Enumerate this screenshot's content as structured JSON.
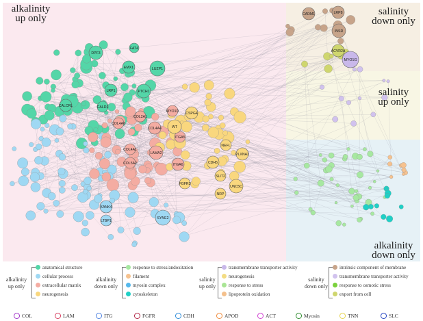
{
  "regions": {
    "alk_up": {
      "title": "alkalinity\nup only",
      "color": "#fbe9ef"
    },
    "sal_down": {
      "title": "salinity\ndown only",
      "color": "#f6efe3"
    },
    "sal_up": {
      "title": "salinity\nup only",
      "color": "#f8f6e4"
    },
    "alk_down": {
      "title": "alkalinity\ndown only",
      "color": "#e6f1f6"
    }
  },
  "legend": {
    "groups": [
      {
        "title": "alkalinity\nup only",
        "items": [
          {
            "label": "anatomical structure",
            "color": "#54d6a8"
          },
          {
            "label": "cellular process",
            "color": "#9fd8f3"
          },
          {
            "label": "extracellular matrix",
            "color": "#f4aca2"
          },
          {
            "label": "neurogenesis",
            "color": "#f9d77e"
          }
        ]
      },
      {
        "title": "alkalinity\ndown only",
        "items": [
          {
            "label": "response to stress/andoxitation",
            "color": "#a7e8a1"
          },
          {
            "label": "filament",
            "color": "#f6c28f"
          },
          {
            "label": "myosin complex",
            "color": "#55b8ec"
          },
          {
            "label": "cytoskeleton",
            "color": "#1fd0c6"
          }
        ]
      },
      {
        "title": "salinity\nup only",
        "items": [
          {
            "label": "transmembrane transporter activity",
            "color": "#c9b8ea"
          },
          {
            "label": "neurogenesis",
            "color": "#f3dc83"
          },
          {
            "label": "response to stress",
            "color": "#a9e595"
          },
          {
            "label": "lipoprotein oxidation",
            "color": "#f4c08c"
          }
        ]
      },
      {
        "title": "salinity\ndown only",
        "items": [
          {
            "label": "intrinsic component of membrane",
            "color": "#c7a48a"
          },
          {
            "label": "transmembrane transporter activity",
            "color": "#d1c2ee"
          },
          {
            "label": "response to osmotic stress",
            "color": "#7ad13c"
          },
          {
            "label": "export from cell",
            "color": "#cfd66e"
          }
        ]
      }
    ],
    "rings": [
      {
        "label": "COL",
        "color": "#a030c8"
      },
      {
        "label": "LAM",
        "color": "#d63a5c"
      },
      {
        "label": "ITG",
        "color": "#4a7fe0"
      },
      {
        "label": "FGFR",
        "color": "#b02040"
      },
      {
        "label": "CDH",
        "color": "#2a8ad8"
      },
      {
        "label": "APOD",
        "color": "#f08a3a"
      },
      {
        "label": "ACT",
        "color": "#d040d0"
      },
      {
        "label": "Myosin",
        "color": "#2a8a2a"
      },
      {
        "label": "TNN",
        "color": "#e6d24a"
      },
      {
        "label": "SLC",
        "color": "#2040c0"
      }
    ]
  },
  "labeled_nodes": [
    {
      "label": "DPF3",
      "color": "#54d6a8"
    },
    {
      "label": "FAT4",
      "color": "#54d6a8"
    },
    {
      "label": "CALCRL",
      "color": "#54d6a8"
    },
    {
      "label": "EMX1",
      "color": "#54d6a8"
    },
    {
      "label": "LRP1",
      "color": "#54d6a8"
    },
    {
      "label": "PTCH1",
      "color": "#54d6a8"
    },
    {
      "label": "LUZP1",
      "color": "#54d6a8"
    },
    {
      "label": "CALD1",
      "color": "#54d6a8"
    },
    {
      "label": "COL2A1",
      "color": "#f4aca2"
    },
    {
      "label": "COL4A6",
      "color": "#f4aca2"
    },
    {
      "label": "COL4A4",
      "color": "#f4aca2"
    },
    {
      "label": "MYO1D",
      "color": "#f4aca2"
    },
    {
      "label": "LAMA2",
      "color": "#f4aca2"
    },
    {
      "label": "ITGA5",
      "color": "#f4aca2"
    },
    {
      "label": "ITGA6",
      "color": "#f4aca2"
    },
    {
      "label": "COL5A2",
      "color": "#f4aca2"
    },
    {
      "label": "COL4A1",
      "color": "#f4aca2"
    },
    {
      "label": "FGFR3",
      "color": "#f9d77e"
    },
    {
      "label": "CDH5",
      "color": "#f9d77e"
    },
    {
      "label": "CSPG4",
      "color": "#f9d77e"
    },
    {
      "label": "WT",
      "color": "#f9d77e"
    },
    {
      "label": "PLXNA3",
      "color": "#f9d77e"
    },
    {
      "label": "NEFL",
      "color": "#f9d77e"
    },
    {
      "label": "SLIT2",
      "color": "#f9d77e"
    },
    {
      "label": "UNC5C",
      "color": "#f9d77e"
    },
    {
      "label": "NRP",
      "color": "#f9d77e"
    },
    {
      "label": "SYNE2",
      "color": "#9fd8f3"
    },
    {
      "label": "KANK4",
      "color": "#9fd8f3"
    },
    {
      "label": "LTBP1",
      "color": "#9fd8f3"
    },
    {
      "label": "MYO1G",
      "color": "#c9b8ea"
    },
    {
      "label": "ACVR2A",
      "color": "#cfd66e"
    },
    {
      "label": "INSR",
      "color": "#c7a48a"
    },
    {
      "label": "CADM1",
      "color": "#c7a48a"
    },
    {
      "label": "LRP8",
      "color": "#c7a48a"
    }
  ]
}
